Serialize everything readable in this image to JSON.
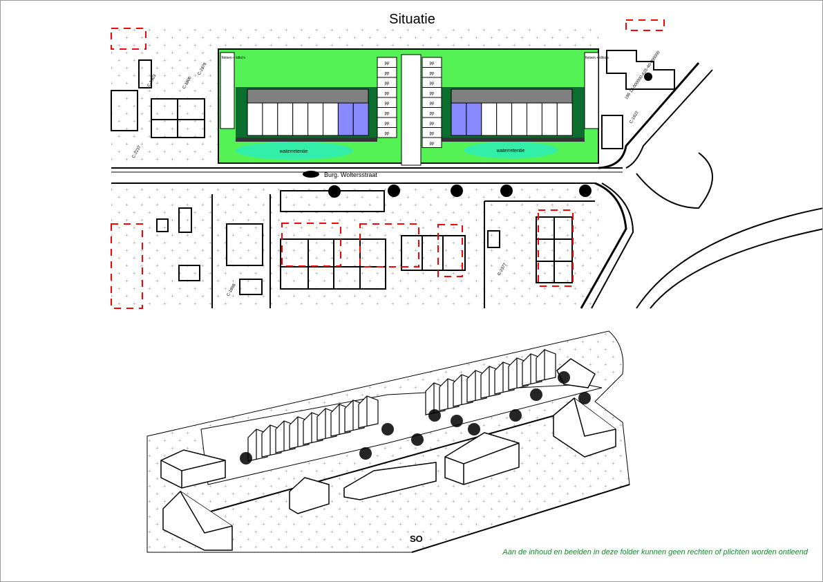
{
  "title": "Situatie",
  "plan": {
    "street_name": "Burg. Woltersstraat",
    "water_label_left": "waterretentie",
    "water_label_right": "waterretentie",
    "bike_store_left": "fietsen + kliko's",
    "bike_store_right": "fietsen + kliko's",
    "parking_label": "pp",
    "parcels": [
      "C-1903",
      "C-1906",
      "C-2378",
      "C-2237",
      "C-1898",
      "C-2377",
      "C-1922"
    ],
    "survey_label": "195 12-000000-A25-40-000000"
  },
  "view_3d": {
    "orientation": "SO"
  },
  "disclaimer": "Aan de inhoud en beelden in deze folder kunnen geen rechten of plichten worden ontleend",
  "colors": {
    "green": "#55f255",
    "dark_green": "#0c6e2c",
    "water": "#33eea8",
    "unit_blue": "#8888ff",
    "roof_gray": "#808080",
    "red_dash": "#ff0000"
  }
}
